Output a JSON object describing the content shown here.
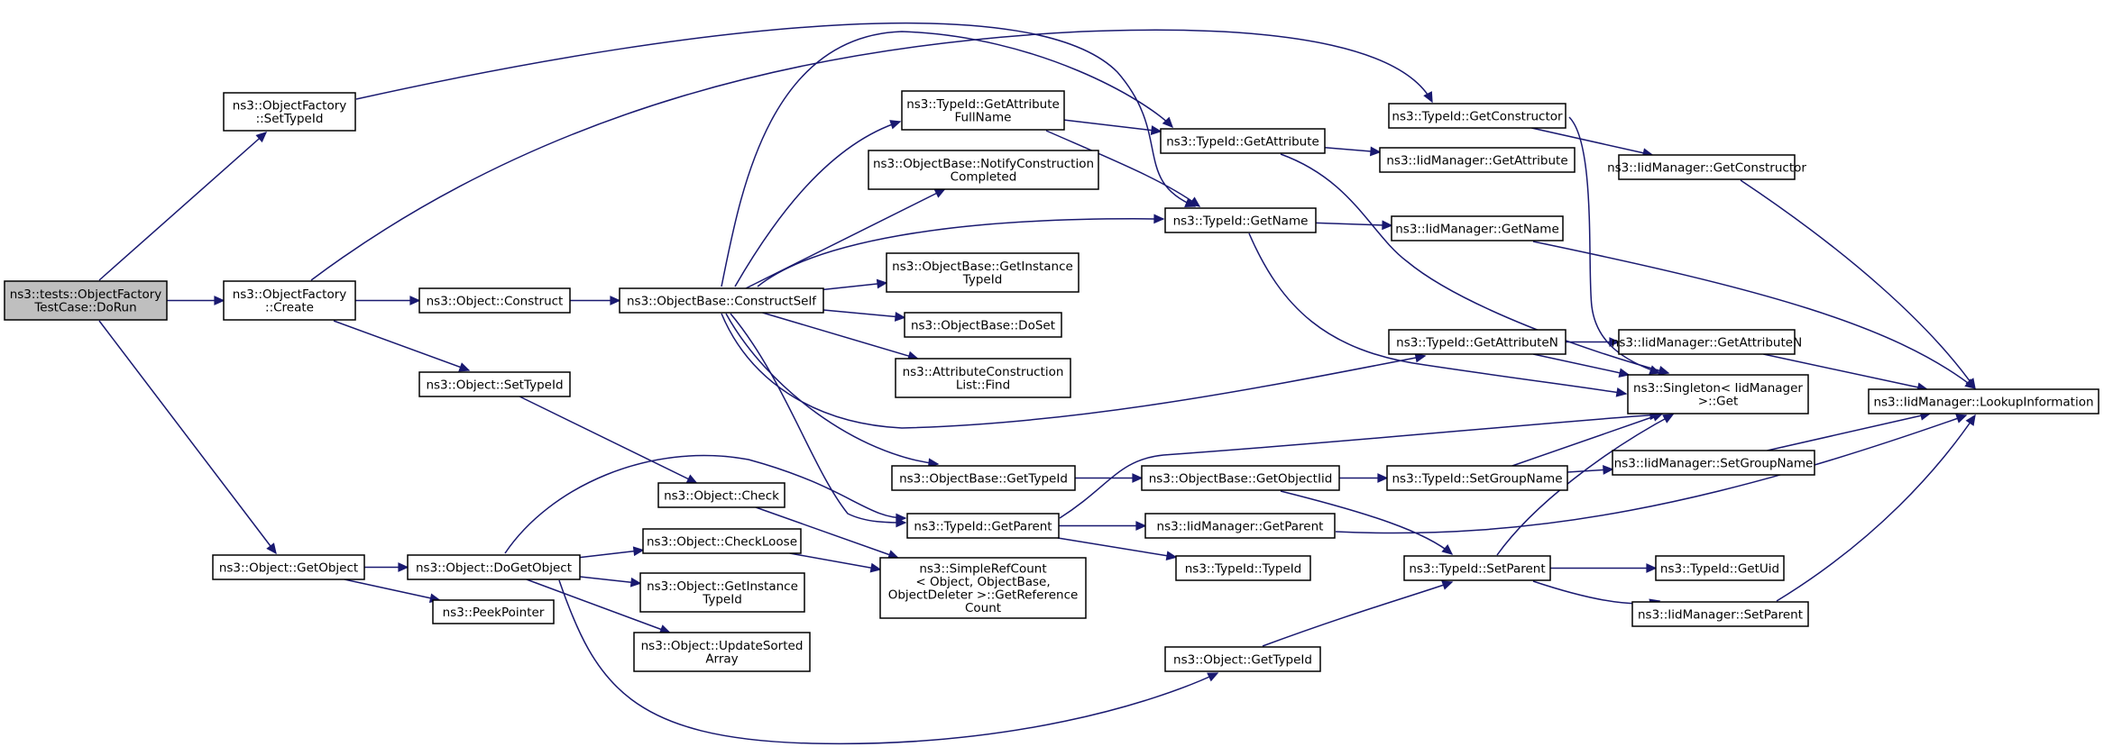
{
  "graph": {
    "nodes": [
      {
        "id": "dorun",
        "lines": [
          "ns3::tests::ObjectFactory",
          "TestCase::DoRun"
        ],
        "root": true
      },
      {
        "id": "of_settypeid",
        "lines": [
          "ns3::ObjectFactory",
          "::SetTypeId"
        ]
      },
      {
        "id": "of_create",
        "lines": [
          "ns3::ObjectFactory",
          "::Create"
        ]
      },
      {
        "id": "obj_getobject",
        "lines": [
          "ns3::Object::GetObject"
        ]
      },
      {
        "id": "obj_construct",
        "lines": [
          "ns3::Object::Construct"
        ]
      },
      {
        "id": "obj_settypeid",
        "lines": [
          "ns3::Object::SetTypeId"
        ]
      },
      {
        "id": "obj_dogetobject",
        "lines": [
          "ns3::Object::DoGetObject"
        ]
      },
      {
        "id": "peekpointer",
        "lines": [
          "ns3::PeekPointer"
        ]
      },
      {
        "id": "ob_constructself",
        "lines": [
          "ns3::ObjectBase::ConstructSelf"
        ]
      },
      {
        "id": "obj_check",
        "lines": [
          "ns3::Object::Check"
        ]
      },
      {
        "id": "obj_checkloose",
        "lines": [
          "ns3::Object::CheckLoose"
        ]
      },
      {
        "id": "obj_getinstancetypeid",
        "lines": [
          "ns3::Object::GetInstance",
          "TypeId"
        ]
      },
      {
        "id": "obj_updatesorted",
        "lines": [
          "ns3::Object::UpdateSorted",
          "Array"
        ]
      },
      {
        "id": "tid_getattrfullname",
        "lines": [
          "ns3::TypeId::GetAttribute",
          "FullName"
        ]
      },
      {
        "id": "ob_notify",
        "lines": [
          "ns3::ObjectBase::NotifyConstruction",
          "Completed"
        ]
      },
      {
        "id": "ob_getinstancetypeid",
        "lines": [
          "ns3::ObjectBase::GetInstance",
          "TypeId"
        ]
      },
      {
        "id": "ob_doset",
        "lines": [
          "ns3::ObjectBase::DoSet"
        ]
      },
      {
        "id": "acl_find",
        "lines": [
          "ns3::AttributeConstruction",
          "List::Find"
        ]
      },
      {
        "id": "ob_gettypeid",
        "lines": [
          "ns3::ObjectBase::GetTypeId"
        ]
      },
      {
        "id": "tid_getparent",
        "lines": [
          "ns3::TypeId::GetParent"
        ]
      },
      {
        "id": "simplerefcount",
        "lines": [
          "ns3::SimpleRefCount",
          "< Object, ObjectBase,",
          "ObjectDeleter >::GetReference",
          "Count"
        ]
      },
      {
        "id": "tid_typeid",
        "lines": [
          "ns3::TypeId::TypeId"
        ]
      },
      {
        "id": "obj_gettypeid",
        "lines": [
          "ns3::Object::GetTypeId"
        ]
      },
      {
        "id": "tid_getattribute",
        "lines": [
          "ns3::TypeId::GetAttribute"
        ]
      },
      {
        "id": "tid_getname",
        "lines": [
          "ns3::TypeId::GetName"
        ]
      },
      {
        "id": "ob_getobjectiid",
        "lines": [
          "ns3::ObjectBase::GetObjectIid"
        ]
      },
      {
        "id": "iid_getparent",
        "lines": [
          "ns3::IidManager::GetParent"
        ]
      },
      {
        "id": "tid_getconstructor",
        "lines": [
          "ns3::TypeId::GetConstructor"
        ]
      },
      {
        "id": "iid_getattribute",
        "lines": [
          "ns3::IidManager::GetAttribute"
        ]
      },
      {
        "id": "iid_getname",
        "lines": [
          "ns3::IidManager::GetName"
        ]
      },
      {
        "id": "tid_getattributen",
        "lines": [
          "ns3::TypeId::GetAttributeN"
        ]
      },
      {
        "id": "tid_setgroupname",
        "lines": [
          "ns3::TypeId::SetGroupName"
        ]
      },
      {
        "id": "tid_setparent",
        "lines": [
          "ns3::TypeId::SetParent"
        ]
      },
      {
        "id": "iid_getconstructor",
        "lines": [
          "ns3::IidManager::GetConstructor"
        ]
      },
      {
        "id": "iid_getattributen",
        "lines": [
          "ns3::IidManager::GetAttributeN"
        ]
      },
      {
        "id": "singleton_get",
        "lines": [
          "ns3::Singleton< IidManager",
          ">::Get"
        ]
      },
      {
        "id": "iid_setgroupname",
        "lines": [
          "ns3::IidManager::SetGroupName"
        ]
      },
      {
        "id": "tid_getuid",
        "lines": [
          "ns3::TypeId::GetUid"
        ]
      },
      {
        "id": "iid_setparent",
        "lines": [
          "ns3::IidManager::SetParent"
        ]
      },
      {
        "id": "iid_lookup",
        "lines": [
          "ns3::IidManager::LookupInformation"
        ]
      }
    ],
    "edges": [
      [
        "dorun",
        "of_settypeid"
      ],
      [
        "dorun",
        "of_create"
      ],
      [
        "dorun",
        "obj_getobject"
      ],
      [
        "of_settypeid",
        "tid_getname"
      ],
      [
        "of_create",
        "tid_getconstructor"
      ],
      [
        "of_create",
        "obj_construct"
      ],
      [
        "of_create",
        "obj_settypeid"
      ],
      [
        "obj_construct",
        "ob_constructself"
      ],
      [
        "obj_settypeid",
        "obj_check"
      ],
      [
        "obj_getobject",
        "obj_dogetobject"
      ],
      [
        "obj_getobject",
        "peekpointer"
      ],
      [
        "obj_dogetobject",
        "tid_getparent"
      ],
      [
        "obj_dogetobject",
        "obj_checkloose"
      ],
      [
        "obj_dogetobject",
        "obj_getinstancetypeid"
      ],
      [
        "obj_dogetobject",
        "obj_updatesorted"
      ],
      [
        "obj_dogetobject",
        "obj_gettypeid"
      ],
      [
        "obj_check",
        "simplerefcount"
      ],
      [
        "obj_checkloose",
        "simplerefcount"
      ],
      [
        "ob_constructself",
        "tid_getattrfullname"
      ],
      [
        "ob_constructself",
        "tid_getattribute"
      ],
      [
        "ob_constructself",
        "ob_notify"
      ],
      [
        "ob_constructself",
        "tid_getname"
      ],
      [
        "ob_constructself",
        "ob_getinstancetypeid"
      ],
      [
        "ob_constructself",
        "ob_doset"
      ],
      [
        "ob_constructself",
        "acl_find"
      ],
      [
        "ob_constructself",
        "tid_getattributen"
      ],
      [
        "ob_constructself",
        "ob_gettypeid"
      ],
      [
        "ob_constructself",
        "tid_getparent"
      ],
      [
        "tid_getattrfullname",
        "tid_getattribute"
      ],
      [
        "tid_getattrfullname",
        "tid_getname"
      ],
      [
        "ob_gettypeid",
        "ob_getobjectiid"
      ],
      [
        "tid_getparent",
        "singleton_get"
      ],
      [
        "tid_getparent",
        "iid_getparent"
      ],
      [
        "tid_getparent",
        "tid_typeid"
      ],
      [
        "obj_gettypeid",
        "tid_setparent"
      ],
      [
        "tid_getattribute",
        "iid_getattribute"
      ],
      [
        "tid_getattribute",
        "singleton_get"
      ],
      [
        "tid_getname",
        "iid_getname"
      ],
      [
        "tid_getname",
        "singleton_get"
      ],
      [
        "ob_getobjectiid",
        "tid_setgroupname"
      ],
      [
        "ob_getobjectiid",
        "tid_setparent"
      ],
      [
        "iid_getparent",
        "iid_lookup"
      ],
      [
        "tid_getconstructor",
        "iid_getconstructor"
      ],
      [
        "tid_getconstructor",
        "singleton_get"
      ],
      [
        "iid_getname",
        "iid_lookup"
      ],
      [
        "tid_getattributen",
        "iid_getattributen"
      ],
      [
        "tid_getattributen",
        "singleton_get"
      ],
      [
        "tid_setgroupname",
        "singleton_get"
      ],
      [
        "tid_setgroupname",
        "iid_setgroupname"
      ],
      [
        "tid_setparent",
        "singleton_get"
      ],
      [
        "tid_setparent",
        "tid_getuid"
      ],
      [
        "tid_setparent",
        "iid_setparent"
      ],
      [
        "iid_getconstructor",
        "iid_lookup"
      ],
      [
        "iid_getattributen",
        "iid_lookup"
      ],
      [
        "iid_setgroupname",
        "iid_lookup"
      ],
      [
        "iid_setparent",
        "iid_lookup"
      ]
    ]
  }
}
